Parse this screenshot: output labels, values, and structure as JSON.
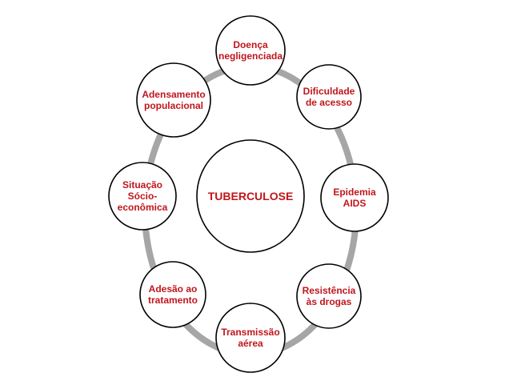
{
  "colors": {
    "label_text": "#c0161c",
    "ring": "#a6a6a6",
    "circle_stroke": "#000000",
    "background": "#ffffff"
  },
  "center": {
    "label": "TUBERCULOSE"
  },
  "nodes": [
    {
      "id": "doenca",
      "lines": [
        "Doença",
        "negligenciada"
      ]
    },
    {
      "id": "dificuldade",
      "lines": [
        "Dificuldade",
        "de acesso"
      ]
    },
    {
      "id": "epidemia",
      "lines": [
        "Epidemia",
        "AIDS"
      ]
    },
    {
      "id": "resistencia",
      "lines": [
        "Resistência",
        "às drogas"
      ]
    },
    {
      "id": "transmissao",
      "lines": [
        "Transmissão",
        "aérea"
      ]
    },
    {
      "id": "adesao",
      "lines": [
        "Adesão ao",
        "tratamento"
      ]
    },
    {
      "id": "situacao",
      "lines": [
        "Situação",
        "Sócio-",
        "econômica"
      ]
    },
    {
      "id": "adensamento",
      "lines": [
        "Adensamento",
        "populacional"
      ]
    }
  ]
}
